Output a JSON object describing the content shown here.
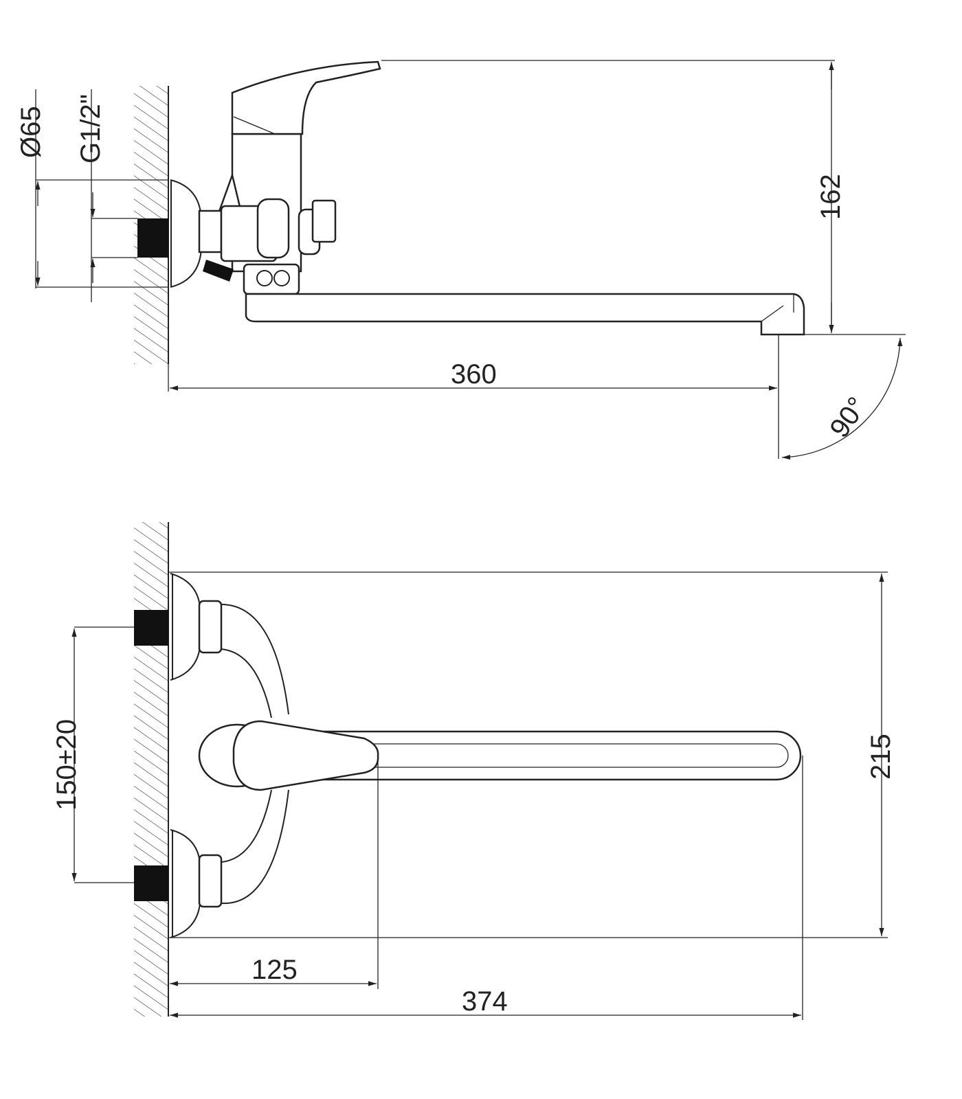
{
  "drawing": {
    "side_view": {
      "dimensions": {
        "escutcheon_diameter": "Ø65",
        "thread": "G1/2\"",
        "height": "162",
        "reach": "360",
        "swivel_angle": "90°"
      }
    },
    "top_view": {
      "dimensions": {
        "inlet_spacing": "150±20",
        "width": "215",
        "handle_offset": "125",
        "total_length": "374"
      }
    },
    "colors": {
      "line": "#222222",
      "background": "#ffffff"
    }
  }
}
